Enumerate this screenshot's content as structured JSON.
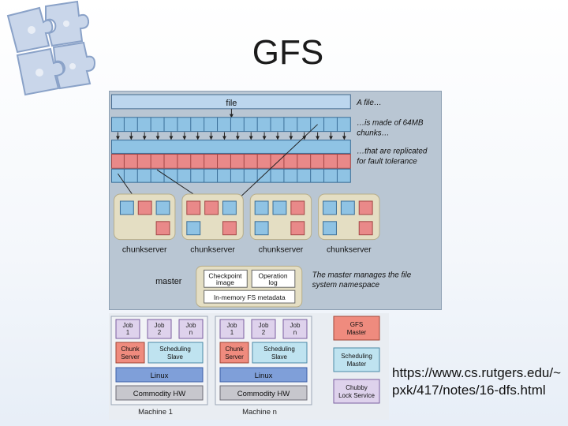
{
  "slide": {
    "title": "GFS",
    "url": "https://www.cs.rutgers.edu/~pxk/417/notes/16-dfs.html"
  },
  "gfs_diagram": {
    "file_label": "file",
    "caption_file": "A file…",
    "caption_chunks_1": "…is made of 64MB",
    "caption_chunks_2": "chunks…",
    "caption_replicated_1": "…that are replicated",
    "caption_replicated_2": "for fault tolerance",
    "chunkserver_1": "chunkserver",
    "chunkserver_2": "chunkserver",
    "chunkserver_3": "chunkserver",
    "chunkserver_4": "chunkserver",
    "master_label": "master",
    "checkpoint_1": "Checkpoint",
    "checkpoint_2": "image",
    "oplog_1": "Operation",
    "oplog_2": "log",
    "metadata": "In-memory FS metadata",
    "caption_master_1": "The master manages the file",
    "caption_master_2": "system namespace"
  },
  "cluster_diagram": {
    "machine_1": {
      "job1_a": "Job",
      "job1_b": "1",
      "job2_a": "Job",
      "job2_b": "2",
      "jobn_a": "Job",
      "jobn_b": "n",
      "chunk_a": "Chunk",
      "chunk_b": "Server",
      "sched_a": "Scheduling",
      "sched_b": "Slave",
      "linux": "Linux",
      "hw": "Commodity HW",
      "name": "Machine 1"
    },
    "machine_n": {
      "job1_a": "Job",
      "job1_b": "1",
      "job2_a": "Job",
      "job2_b": "2",
      "jobn_a": "Job",
      "jobn_b": "n",
      "chunk_a": "Chunk",
      "chunk_b": "Server",
      "sched_a": "Scheduling",
      "sched_b": "Slave",
      "linux": "Linux",
      "hw": "Commodity HW",
      "name": "Machine n"
    },
    "gfs_master_a": "GFS",
    "gfs_master_b": "Master",
    "sched_master_a": "Scheduling",
    "sched_master_b": "Master",
    "chubby_a": "Chubby",
    "chubby_b": "Lock Service"
  }
}
